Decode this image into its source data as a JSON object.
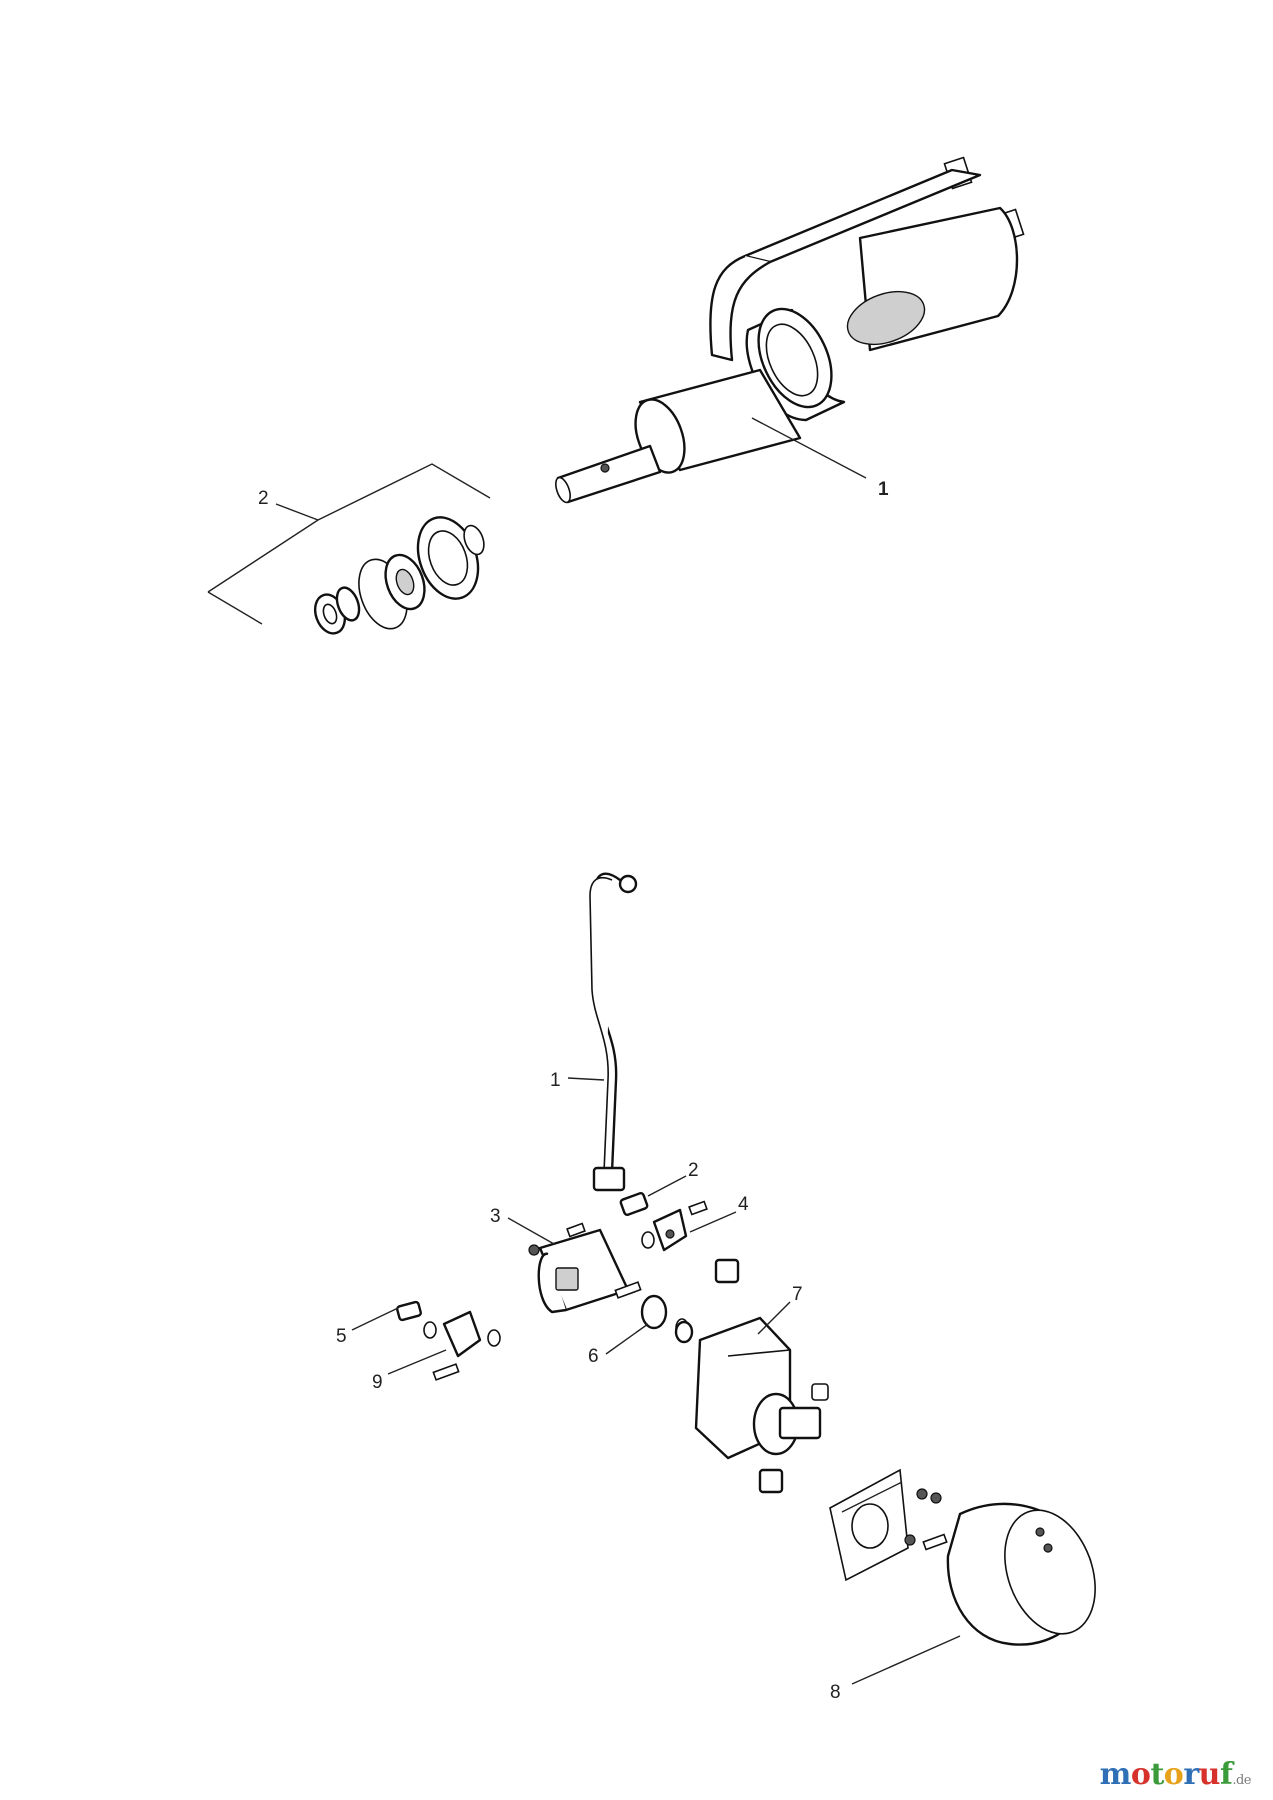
{
  "diagram": {
    "upper_assembly": {
      "callouts": [
        {
          "id": "starter",
          "label": "1"
        },
        {
          "id": "seal-kit",
          "label": "2"
        }
      ]
    },
    "lower_assembly": {
      "callouts": [
        {
          "id": "hose",
          "label": "1"
        },
        {
          "id": "fitting",
          "label": "2"
        },
        {
          "id": "pump",
          "label": "3"
        },
        {
          "id": "bracket",
          "label": "4"
        },
        {
          "id": "nipple",
          "label": "5"
        },
        {
          "id": "coupling",
          "label": "6"
        },
        {
          "id": "gearbox",
          "label": "7"
        },
        {
          "id": "bell-housing",
          "label": "8"
        },
        {
          "id": "elbow",
          "label": "9"
        }
      ]
    }
  },
  "logo": {
    "letters": [
      {
        "char": "m",
        "color": "#2f6fb5"
      },
      {
        "char": "o",
        "color": "#d6312b"
      },
      {
        "char": "t",
        "color": "#3b9a3a"
      },
      {
        "char": "o",
        "color": "#e8a11a"
      },
      {
        "char": "r",
        "color": "#2f6fb5"
      },
      {
        "char": "u",
        "color": "#d6312b"
      },
      {
        "char": "f",
        "color": "#3b9a3a"
      }
    ],
    "suffix": ".de"
  }
}
